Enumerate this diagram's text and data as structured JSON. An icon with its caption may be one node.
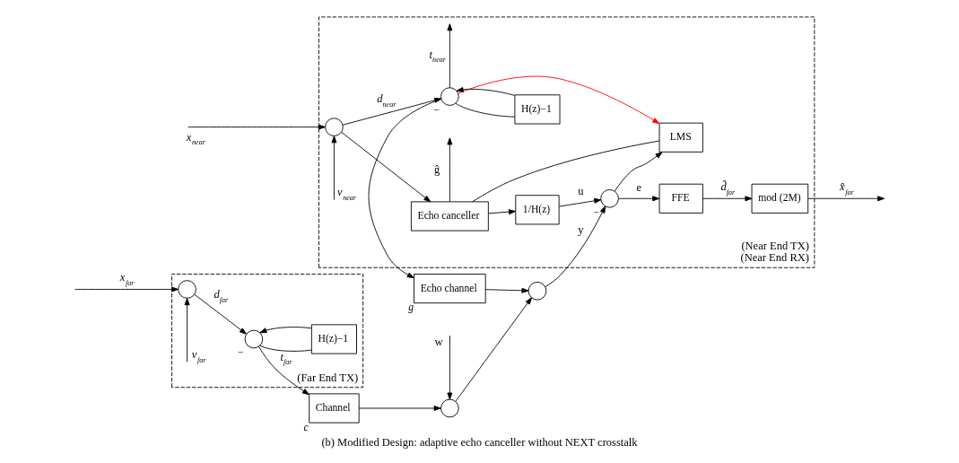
{
  "diagram": {
    "caption": "(b) Modified Design: adaptive echo canceller without NEXT crosstalk",
    "nodes": [
      {
        "text": [
          "(Far End TX)"
        ]
      },
      {
        "text": [],
        "shape": "circle",
        "in": 0
      },
      {
        "text": [],
        "shape": "circle",
        "in": 0,
        "beside": [
          "−"
        ]
      },
      {
        "text": [
          "H(z)−1"
        ],
        "in": 0
      },
      {
        "text": [
          "(Near End TX)",
          "(Near End RX)"
        ]
      },
      {
        "text": [
          "Channel"
        ],
        "beside": [
          "c"
        ]
      },
      {
        "text": [],
        "shape": "circle"
      },
      {
        "text": [],
        "shape": "circle"
      },
      {
        "text": [
          "Echo channel"
        ],
        "beside": [
          "g"
        ]
      },
      {
        "text": [],
        "shape": "circle",
        "in": 4
      },
      {
        "text": [],
        "shape": "circle",
        "in": 4,
        "beside": [
          "−"
        ]
      },
      {
        "text": [
          "H(z)−1"
        ],
        "in": 4
      },
      {
        "text": [
          "Echo canceller"
        ],
        "in": 4
      },
      {
        "text": [
          "LMS"
        ],
        "in": 4
      },
      {
        "text": [
          "1/H(z)"
        ],
        "in": 4
      },
      {
        "text": [],
        "shape": "circle",
        "in": 4,
        "beside": [
          "−"
        ]
      },
      {
        "text": [
          "FFE"
        ],
        "in": 4
      },
      {
        "text": [
          "mod (2M)"
        ],
        "in": 4
      }
    ],
    "edges": [
      {
        "from": null,
        "to": 1,
        "arrow": "to",
        "label": "x$_{far}$"
      },
      {
        "from": null,
        "to": 1,
        "arrow": "to",
        "label": "v$_{far}$"
      },
      {
        "from": 1,
        "to": 2,
        "arrow": "to",
        "label": "d$_{far}$"
      },
      {
        "from": 2,
        "to": 3,
        "arrow": "none"
      },
      {
        "from": 3,
        "to": 2,
        "arrow": "to"
      },
      {
        "from": 2,
        "to": 5,
        "arrow": "to",
        "label": "t$_{far}$"
      },
      {
        "from": 5,
        "to": 6,
        "arrow": "to"
      },
      {
        "from": null,
        "to": 6,
        "arrow": "to",
        "label": "w"
      },
      {
        "from": 6,
        "to": 7,
        "arrow": "to"
      },
      {
        "from": 8,
        "to": 7,
        "arrow": "to"
      },
      {
        "from": 7,
        "to": 15,
        "arrow": "to",
        "label": "y"
      },
      {
        "from": null,
        "to": 9,
        "arrow": "to",
        "label": "x$_{near}$"
      },
      {
        "from": null,
        "to": 9,
        "arrow": "to",
        "label": "v$_{near}$"
      },
      {
        "from": 9,
        "to": 10,
        "arrow": "to",
        "label": "d$_{near}$"
      },
      {
        "from": 9,
        "to": 12,
        "arrow": "to"
      },
      {
        "from": 10,
        "to": null,
        "arrow": "to",
        "label": "t$_{near}$"
      },
      {
        "from": 10,
        "to": 8,
        "arrow": "to"
      },
      {
        "from": 10,
        "to": 11,
        "arrow": "none"
      },
      {
        "from": 11,
        "to": 10,
        "arrow": "to"
      },
      {
        "from": 10,
        "to": 13,
        "arrow": "to",
        "color": "#ff0000"
      },
      {
        "from": 12,
        "to": null,
        "arrow": "to",
        "label": "ĝ"
      },
      {
        "from": 12,
        "to": 13,
        "arrow": "none"
      },
      {
        "from": 12,
        "to": 14,
        "arrow": "to"
      },
      {
        "from": 14,
        "to": 15,
        "arrow": "to",
        "label": "u"
      },
      {
        "from": 15,
        "to": 16,
        "arrow": "to",
        "label": "e"
      },
      {
        "from": 15,
        "to": 13,
        "arrow": "to"
      },
      {
        "from": 16,
        "to": 17,
        "arrow": "to",
        "label": "d̂$_{far}$"
      },
      {
        "from": 17,
        "to": null,
        "arrow": "to",
        "label": "x̂$_{far}$"
      }
    ]
  }
}
